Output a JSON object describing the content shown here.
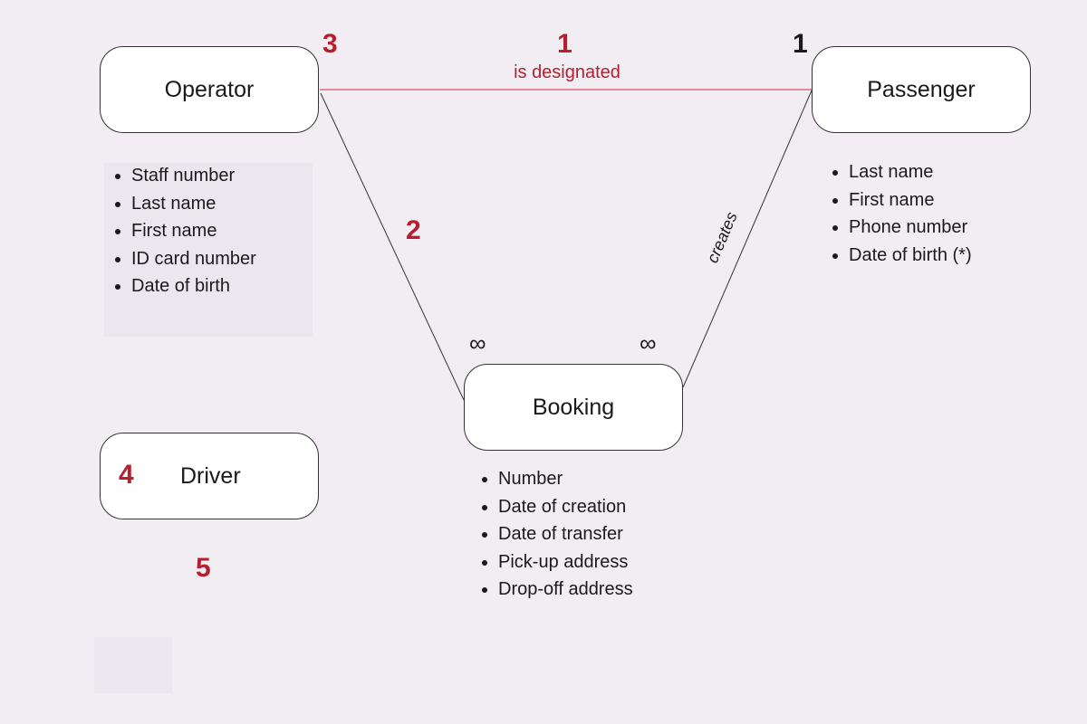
{
  "colors": {
    "background": "#f1edf2",
    "accent": "#b5202e",
    "line": "#333333",
    "box_fill": "#ffffff"
  },
  "entities": {
    "operator": {
      "name": "Operator",
      "attributes": [
        "Staff number",
        "Last name",
        "First name",
        "ID card number",
        "Date of birth"
      ]
    },
    "passenger": {
      "name": "Passenger",
      "attributes": [
        "Last name",
        "First name",
        "Phone number",
        "Date of birth (*)"
      ]
    },
    "booking": {
      "name": "Booking",
      "attributes": [
        "Number",
        "Date of creation",
        "Date of transfer",
        "Pick-up address",
        "Drop-off address"
      ]
    },
    "driver": {
      "name": "Driver",
      "attributes": []
    }
  },
  "relations": {
    "designated": {
      "label": "is designated"
    },
    "creates": {
      "label": "creates"
    }
  },
  "cardinalities": {
    "passenger_side": "1",
    "booking_left": "∞",
    "booking_right": "∞"
  },
  "markers": [
    "1",
    "2",
    "3",
    "4",
    "5"
  ]
}
